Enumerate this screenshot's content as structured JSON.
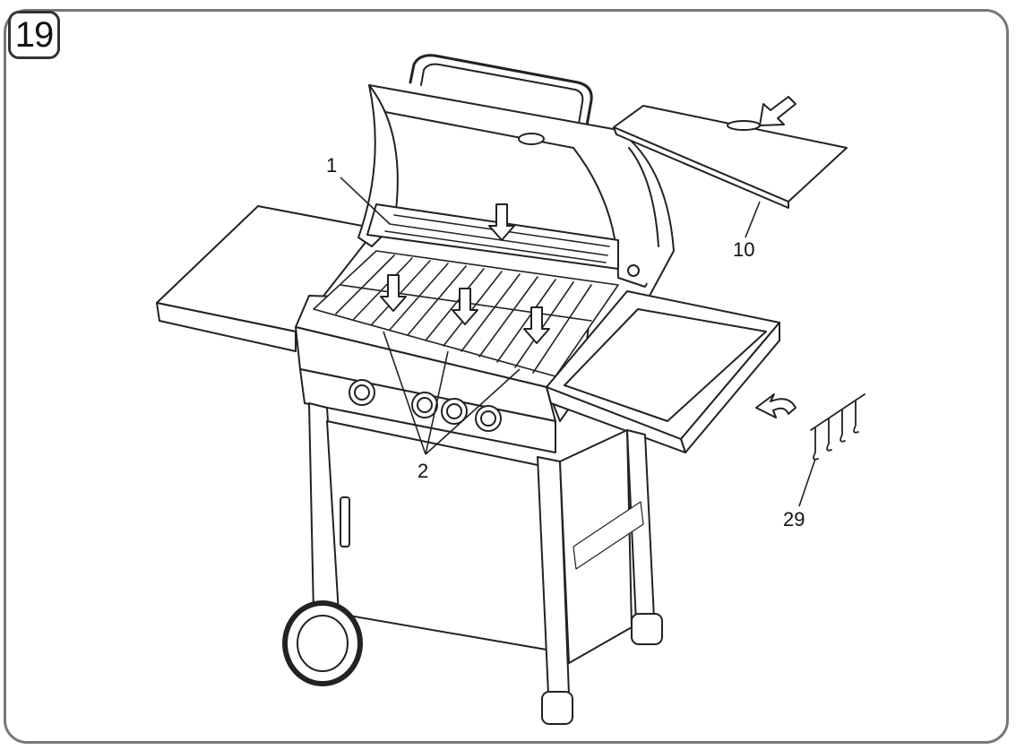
{
  "step_number": "19",
  "callouts": {
    "grease_tray_label": "1",
    "grates_label": "2",
    "side_burner_lid_label": "10",
    "hooks_label": "29"
  }
}
